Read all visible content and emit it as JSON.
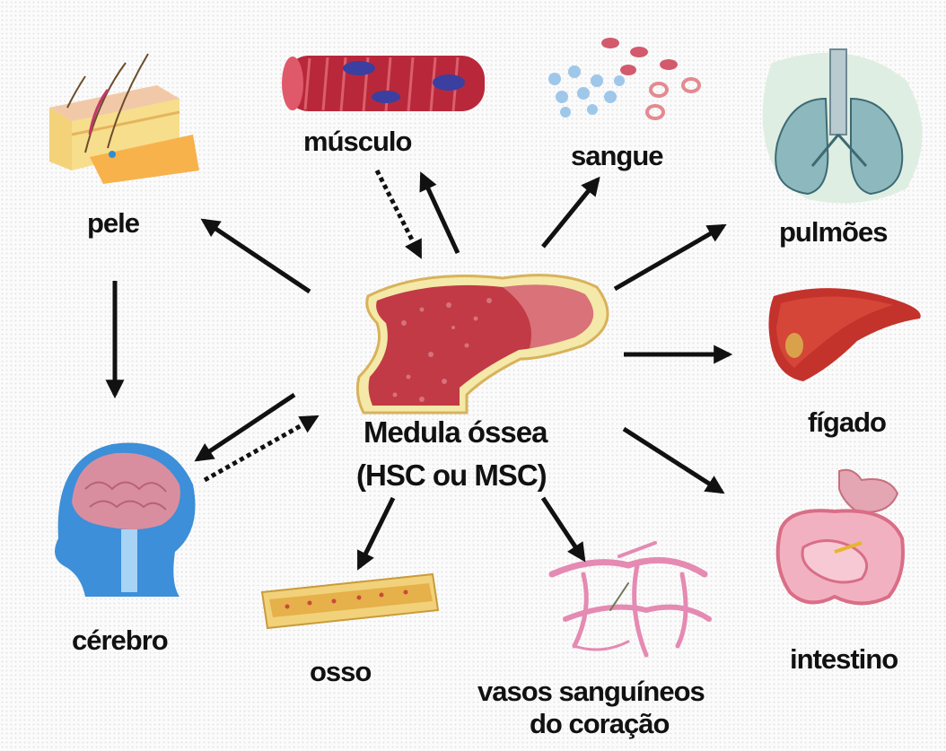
{
  "center": {
    "line1": "Medula óssea",
    "line2": "(HSC ou MSC)"
  },
  "labels": {
    "musculo": "músculo",
    "sangue": "sangue",
    "pele": "pele",
    "pulmoes": "pulmões",
    "figado": "fígado",
    "cerebro": "cérebro",
    "intestino": "intestino",
    "osso": "osso",
    "vasos_line1": "vasos sanguíneos",
    "vasos_line2": "do coração"
  }
}
